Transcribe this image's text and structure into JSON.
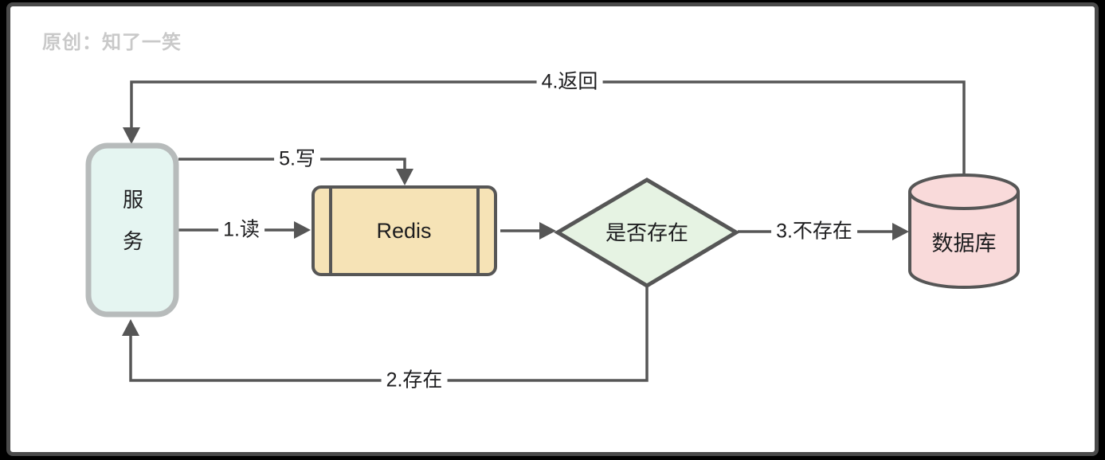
{
  "watermark": "原创：知了一笑",
  "diagram": {
    "nodes": {
      "service": {
        "label": "服务",
        "shape": "rounded-rect",
        "fill": "#e5f5f1",
        "border": "#b7bbbb"
      },
      "redis": {
        "label": "Redis",
        "shape": "predefined-process",
        "fill": "#f6e3b6",
        "border": "#565656"
      },
      "decision": {
        "label": "是否存在",
        "shape": "diamond",
        "fill": "#e6f3e3",
        "border": "#565656"
      },
      "database": {
        "label": "数据库",
        "shape": "cylinder",
        "fill": "#f9dada",
        "border": "#565656"
      }
    },
    "edges": [
      {
        "label": "1.读",
        "from": "service",
        "to": "redis"
      },
      {
        "label": "2.存在",
        "from": "decision",
        "to": "service"
      },
      {
        "label": "3.不存在",
        "from": "decision",
        "to": "database"
      },
      {
        "label": "4.返回",
        "from": "database",
        "to": "service"
      },
      {
        "label": "5.写",
        "from": "service",
        "to": "redis"
      },
      {
        "label": "",
        "from": "redis",
        "to": "decision"
      }
    ],
    "colors": {
      "line": "#565656",
      "text": "#1d1d1f",
      "watermark": "#c9c9c9",
      "background": "#ffffff",
      "frame": "#4a4a4a"
    }
  }
}
